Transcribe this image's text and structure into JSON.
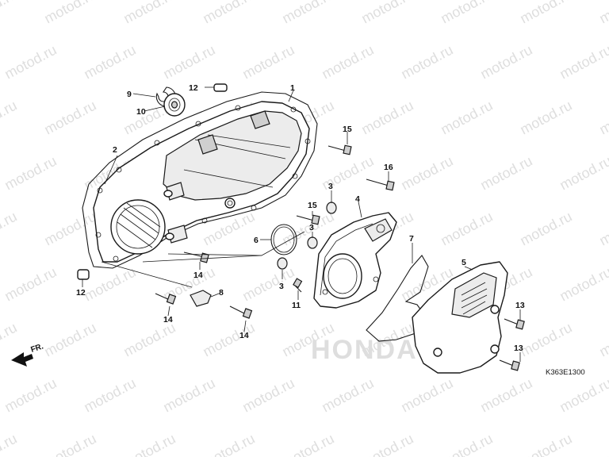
{
  "diagram": {
    "watermark_text": "motod.ru",
    "brand_text": "HONDA",
    "drawing_code": "K363E1300",
    "front_marker": "FR.",
    "callouts": [
      {
        "id": "c1",
        "label": "1"
      },
      {
        "id": "c2",
        "label": "2"
      },
      {
        "id": "c3a",
        "label": "3"
      },
      {
        "id": "c3b",
        "label": "3"
      },
      {
        "id": "c3c",
        "label": "3"
      },
      {
        "id": "c4",
        "label": "4"
      },
      {
        "id": "c5",
        "label": "5"
      },
      {
        "id": "c6",
        "label": "6"
      },
      {
        "id": "c7",
        "label": "7"
      },
      {
        "id": "c8",
        "label": "8"
      },
      {
        "id": "c9",
        "label": "9"
      },
      {
        "id": "c10",
        "label": "10"
      },
      {
        "id": "c11",
        "label": "11"
      },
      {
        "id": "c12a",
        "label": "12"
      },
      {
        "id": "c12b",
        "label": "12"
      },
      {
        "id": "c13a",
        "label": "13"
      },
      {
        "id": "c13b",
        "label": "13"
      },
      {
        "id": "c14a",
        "label": "14"
      },
      {
        "id": "c14b",
        "label": "14"
      },
      {
        "id": "c14c",
        "label": "14"
      },
      {
        "id": "c15a",
        "label": "15"
      },
      {
        "id": "c15b",
        "label": "15"
      },
      {
        "id": "c16",
        "label": "16"
      }
    ]
  }
}
